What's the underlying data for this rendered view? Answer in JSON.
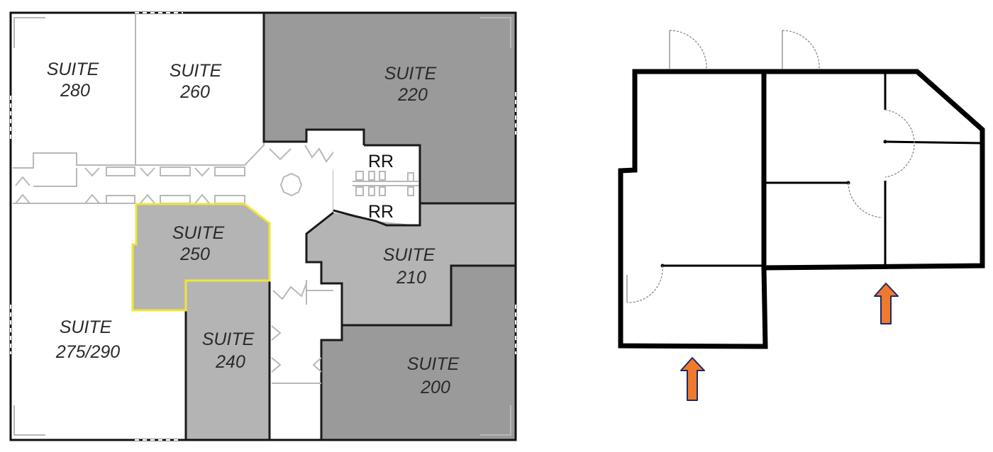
{
  "left_plan": {
    "suites": [
      {
        "id": "280",
        "line1": "SUITE",
        "line2": "280",
        "fill": "#ffffff"
      },
      {
        "id": "260",
        "line1": "SUITE",
        "line2": "260",
        "fill": "#ffffff"
      },
      {
        "id": "220",
        "line1": "SUITE",
        "line2": "220",
        "fill": "#999999"
      },
      {
        "id": "250",
        "line1": "SUITE",
        "line2": "250",
        "fill": "#b3b3b3",
        "highlight": "#f2ea2a"
      },
      {
        "id": "210",
        "line1": "SUITE",
        "line2": "210",
        "fill": "#b3b3b3"
      },
      {
        "id": "275/290",
        "line1": "SUITE",
        "line2": "275/290",
        "fill": "#ffffff"
      },
      {
        "id": "240",
        "line1": "SUITE",
        "line2": "240",
        "fill": "#b3b3b3"
      },
      {
        "id": "200",
        "line1": "SUITE",
        "line2": "200",
        "fill": "#999999"
      }
    ],
    "restrooms": [
      {
        "label": "RR"
      },
      {
        "label": "RR"
      }
    ]
  },
  "right_plan": {
    "entry_arrows": [
      {
        "name": "left-entry",
        "color": "#ef7a2c",
        "outline": "#1c2a6b"
      },
      {
        "name": "right-entry",
        "color": "#ef7a2c",
        "outline": "#1c2a6b"
      }
    ]
  }
}
